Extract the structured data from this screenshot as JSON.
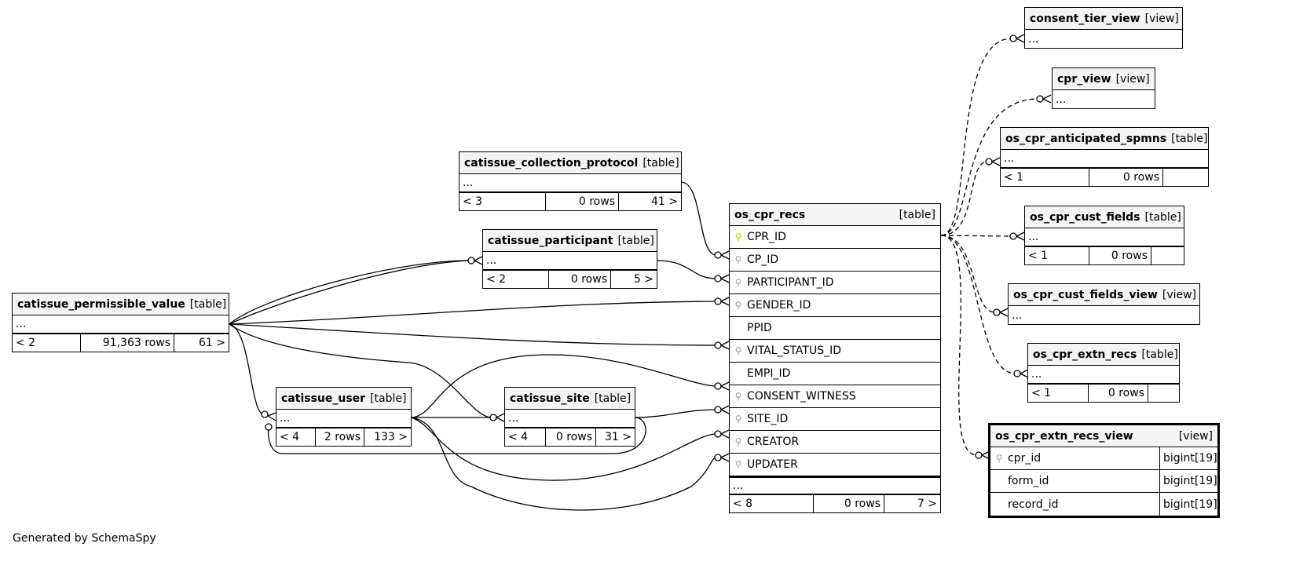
{
  "footer": "Generated by SchemaSpy",
  "icons": {
    "primary_key": "key-icon-gold",
    "foreign_key": "key-icon-gray"
  },
  "colors": {
    "header_bg": "#f4f4f4",
    "pk_icon": "#d8c400",
    "fk_icon": "#9a9a9a",
    "line": "#000000"
  },
  "ellipsis": "...",
  "tables": {
    "collection_protocol": {
      "name": "catissue_collection_protocol",
      "kind": "[table]",
      "parents": "< 3",
      "rows": "0 rows",
      "children": "41 >"
    },
    "participant": {
      "name": "catissue_participant",
      "kind": "[table]",
      "parents": "< 2",
      "rows": "0 rows",
      "children": "5 >"
    },
    "permissible_value": {
      "name": "catissue_permissible_value",
      "kind": "[table]",
      "parents": "< 2",
      "rows": "91,363 rows",
      "children": "61 >"
    },
    "user": {
      "name": "catissue_user",
      "kind": "[table]",
      "parents": "< 4",
      "rows": "2 rows",
      "children": "133 >"
    },
    "site": {
      "name": "catissue_site",
      "kind": "[table]",
      "parents": "< 4",
      "rows": "0 rows",
      "children": "31 >"
    },
    "cpr_recs": {
      "name": "os_cpr_recs",
      "kind": "[table]",
      "parents": "< 8",
      "rows": "0 rows",
      "children": "7 >",
      "columns": [
        "CPR_ID",
        "CP_ID",
        "PARTICIPANT_ID",
        "GENDER_ID",
        "PPID",
        "VITAL_STATUS_ID",
        "EMPI_ID",
        "CONSENT_WITNESS",
        "SITE_ID",
        "CREATOR",
        "UPDATER"
      ]
    },
    "consent_tier_view": {
      "name": "consent_tier_view",
      "kind": "[view]"
    },
    "cpr_view": {
      "name": "cpr_view",
      "kind": "[view]"
    },
    "anticipated_spmns": {
      "name": "os_cpr_anticipated_spmns",
      "kind": "[table]",
      "parents": "< 1",
      "rows": "0 rows",
      "children": ""
    },
    "cust_fields": {
      "name": "os_cpr_cust_fields",
      "kind": "[table]",
      "parents": "< 1",
      "rows": "0 rows",
      "children": ""
    },
    "cust_fields_view": {
      "name": "os_cpr_cust_fields_view",
      "kind": "[view]"
    },
    "extn_recs": {
      "name": "os_cpr_extn_recs",
      "kind": "[table]",
      "parents": "< 1",
      "rows": "0 rows",
      "children": ""
    },
    "extn_recs_view": {
      "name": "os_cpr_extn_recs_view",
      "kind": "[view]",
      "columns": [
        {
          "name": "cpr_id",
          "type": "bigint[19]"
        },
        {
          "name": "form_id",
          "type": "bigint[19]"
        },
        {
          "name": "record_id",
          "type": "bigint[19]"
        }
      ]
    }
  }
}
